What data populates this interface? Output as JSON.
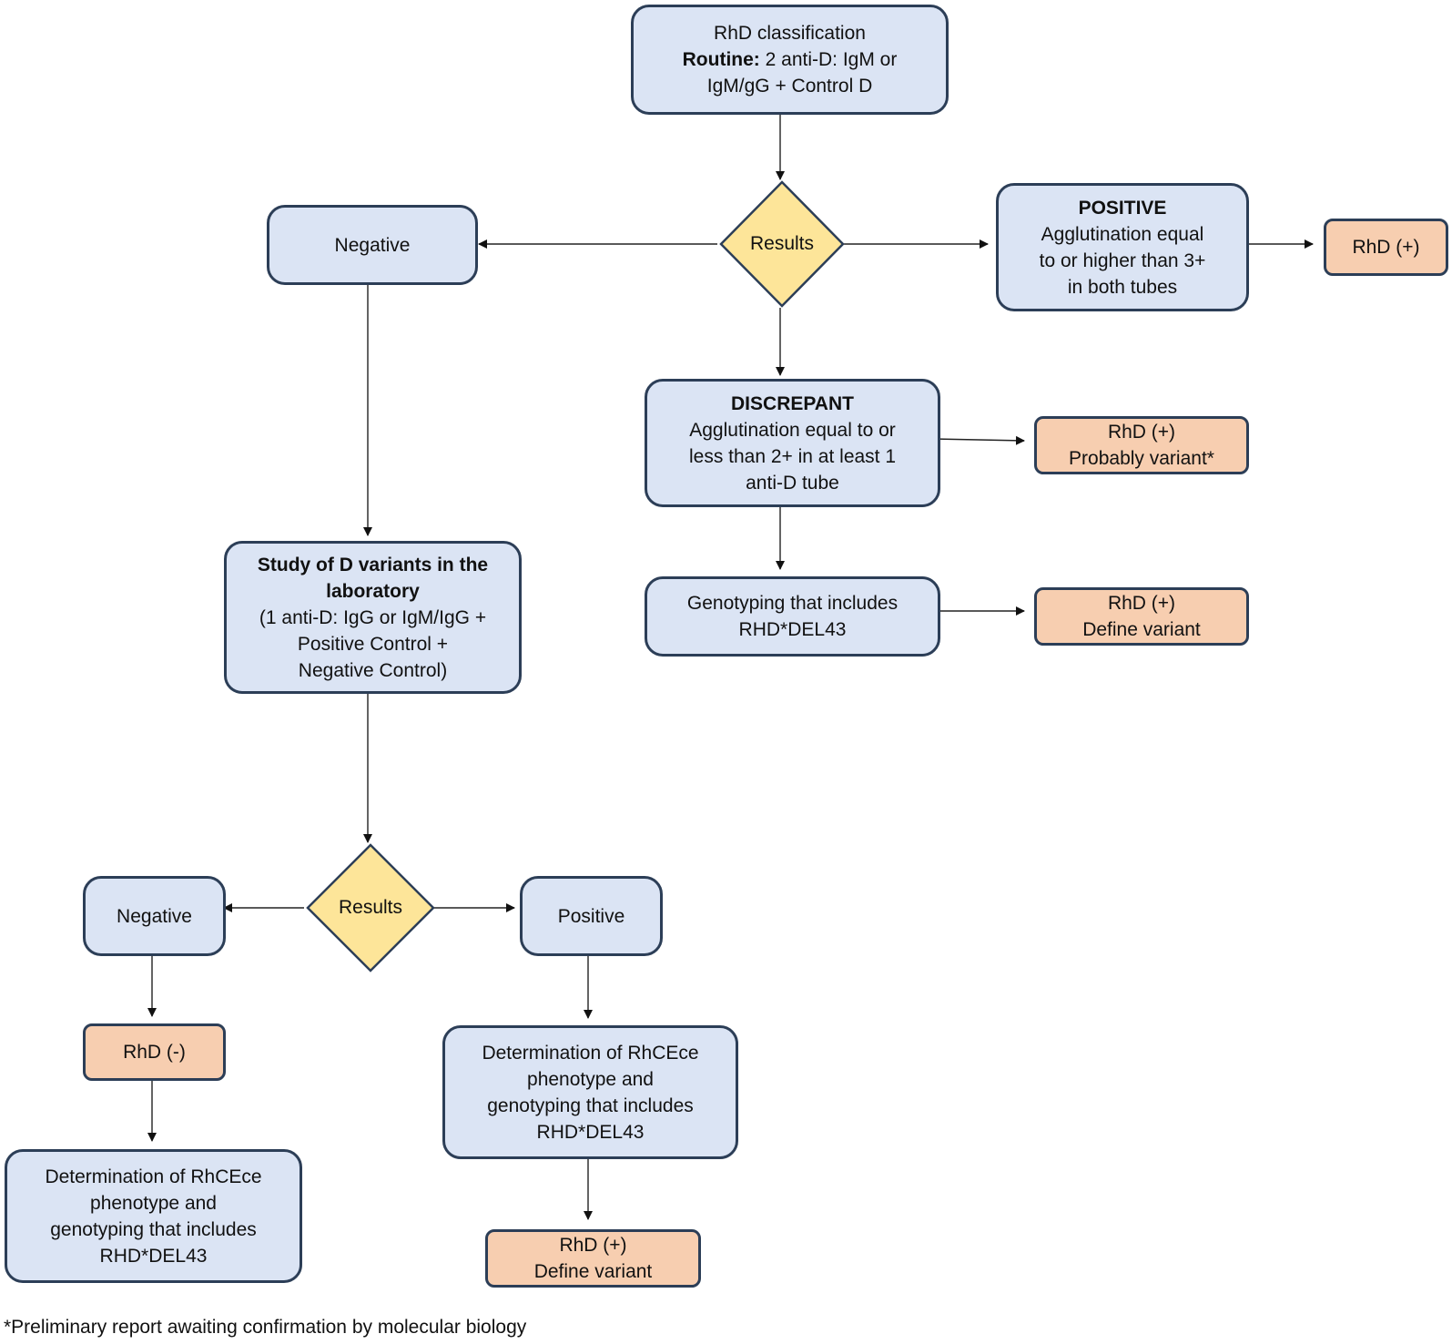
{
  "nodes": {
    "classification": {
      "line1": "RhD classification",
      "routine_bold": "Routine:",
      "routine_rest": " 2 anti-D: IgM or",
      "line3": "IgM/gG + Control D"
    },
    "results_top": "Results",
    "negative_top": "Negative",
    "positive_box": {
      "title": "POSITIVE",
      "line1": "Agglutination equal",
      "line2": "to or higher than 3+",
      "line3": "in both tubes"
    },
    "rhd_pos_top": "RhD (+)",
    "discrepant": {
      "title": "DISCREPANT",
      "line1": "Agglutination equal to or",
      "line2": "less than 2+ in at least 1",
      "line3": "anti-D tube"
    },
    "rhd_pos_probably": {
      "line1": "RhD (+)",
      "line2": "Probably variant*"
    },
    "genotyping_top": {
      "line1": "Genotyping that includes",
      "line2": "RHD*DEL43"
    },
    "rhd_pos_define_top": {
      "line1": "RhD (+)",
      "line2": "Define variant"
    },
    "study": {
      "title1": "Study of D variants in the",
      "title2": "laboratory",
      "line1": "(1 anti-D: IgG or IgM/IgG +",
      "line2": "Positive Control +",
      "line3": "Negative Control)"
    },
    "results_bottom": "Results",
    "negative_bottom": "Negative",
    "positive_bottom": "Positive",
    "rhd_neg": "RhD (-)",
    "determination_left": {
      "line1": "Determination of RhCEce",
      "line2": "phenotype and",
      "line3": "genotyping that includes",
      "line4": "RHD*DEL43"
    },
    "determination_right": {
      "line1": "Determination of RhCEce",
      "line2": "phenotype and",
      "line3": "genotyping that includes",
      "line4": "RHD*DEL43"
    },
    "rhd_pos_define_bottom": {
      "line1": "RhD (+)",
      "line2": "Define variant"
    }
  },
  "footnote": "*Preliminary report awaiting confirmation by molecular biology",
  "colors": {
    "process_fill": "#dbe4f4",
    "result_fill": "#f7ceb0",
    "decision_fill": "#fde599",
    "border": "#2c3e57",
    "connector": "#222222"
  }
}
